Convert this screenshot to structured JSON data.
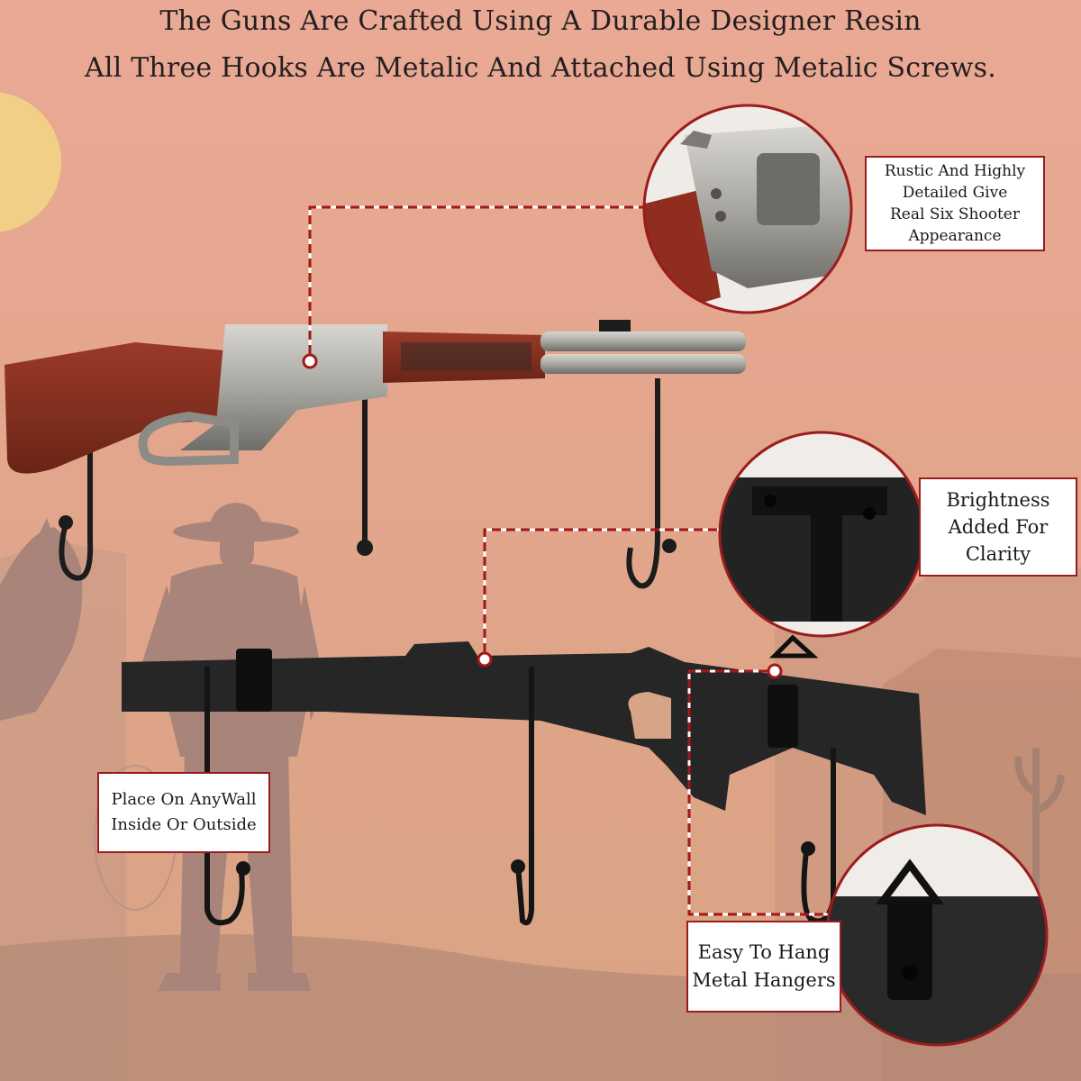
{
  "header": {
    "line1": "The Guns Are Crafted Using A Durable Designer Resin",
    "line2": "All Three Hooks Are Metalic And Attached Using Metalic Screws."
  },
  "callouts": {
    "rustic": [
      "Rustic And Highly",
      "Detailed Give",
      "Real Six Shooter",
      "Appearance"
    ],
    "brightness": [
      "Brightness",
      "Added For",
      "Clarity"
    ],
    "place": [
      "Place On AnyWall",
      "Inside Or Outside"
    ],
    "hangers": [
      "Easy To Hang",
      "Metal Hangers"
    ]
  },
  "colors": {
    "sky_top": "#e8a890",
    "sky_bottom": "#d7a284",
    "sun": "#f2cf86",
    "silhouette": "#a8847b",
    "callout_border": "#9b1c1c",
    "gun_wood": "#8a2c1c",
    "gun_metal": "#a8a6a0",
    "hook_black": "#1c1c1c"
  },
  "icons": [
    "rifle-front-image",
    "rifle-back-image",
    "magnifier-circle",
    "cowboy-silhouette",
    "horse-silhouette",
    "sun-icon"
  ]
}
